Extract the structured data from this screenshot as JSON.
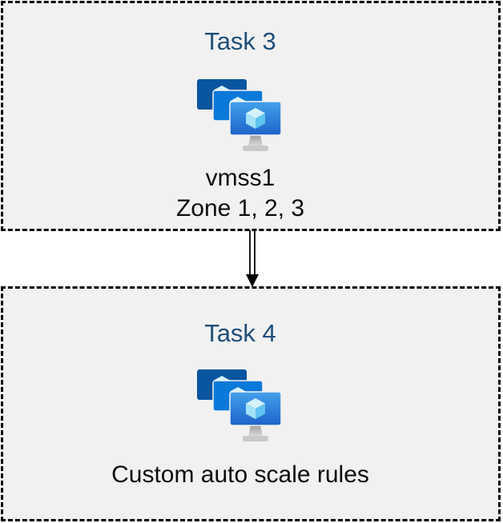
{
  "diagram": {
    "type": "flow",
    "direction": "top-to-bottom",
    "connector": "double-line-arrow-down",
    "tasks": [
      {
        "title": "Task 3",
        "icon": "vm-scale-sets-icon",
        "lines": [
          "vmss1",
          "Zone 1, 2, 3"
        ]
      },
      {
        "title": "Task 4",
        "icon": "vm-scale-sets-icon",
        "lines": [
          "Custom auto scale rules"
        ]
      }
    ]
  },
  "colors": {
    "box_background": "#f1f1f2",
    "box_border": "#000000",
    "title_text": "#1f4e79",
    "body_text": "#0d0d0d",
    "arrow": "#000000",
    "monitor_back": "#0a55a0",
    "monitor_middle": "#0b79d9",
    "monitor_front_top": "#44a1ec",
    "monitor_front_bottom": "#1e63c9",
    "cube_top_face": "#d4f2fc",
    "cube_left_face": "#a3e3f8",
    "cube_right_face": "#5fc4ef",
    "stand_gray": "#c9c9c9"
  }
}
